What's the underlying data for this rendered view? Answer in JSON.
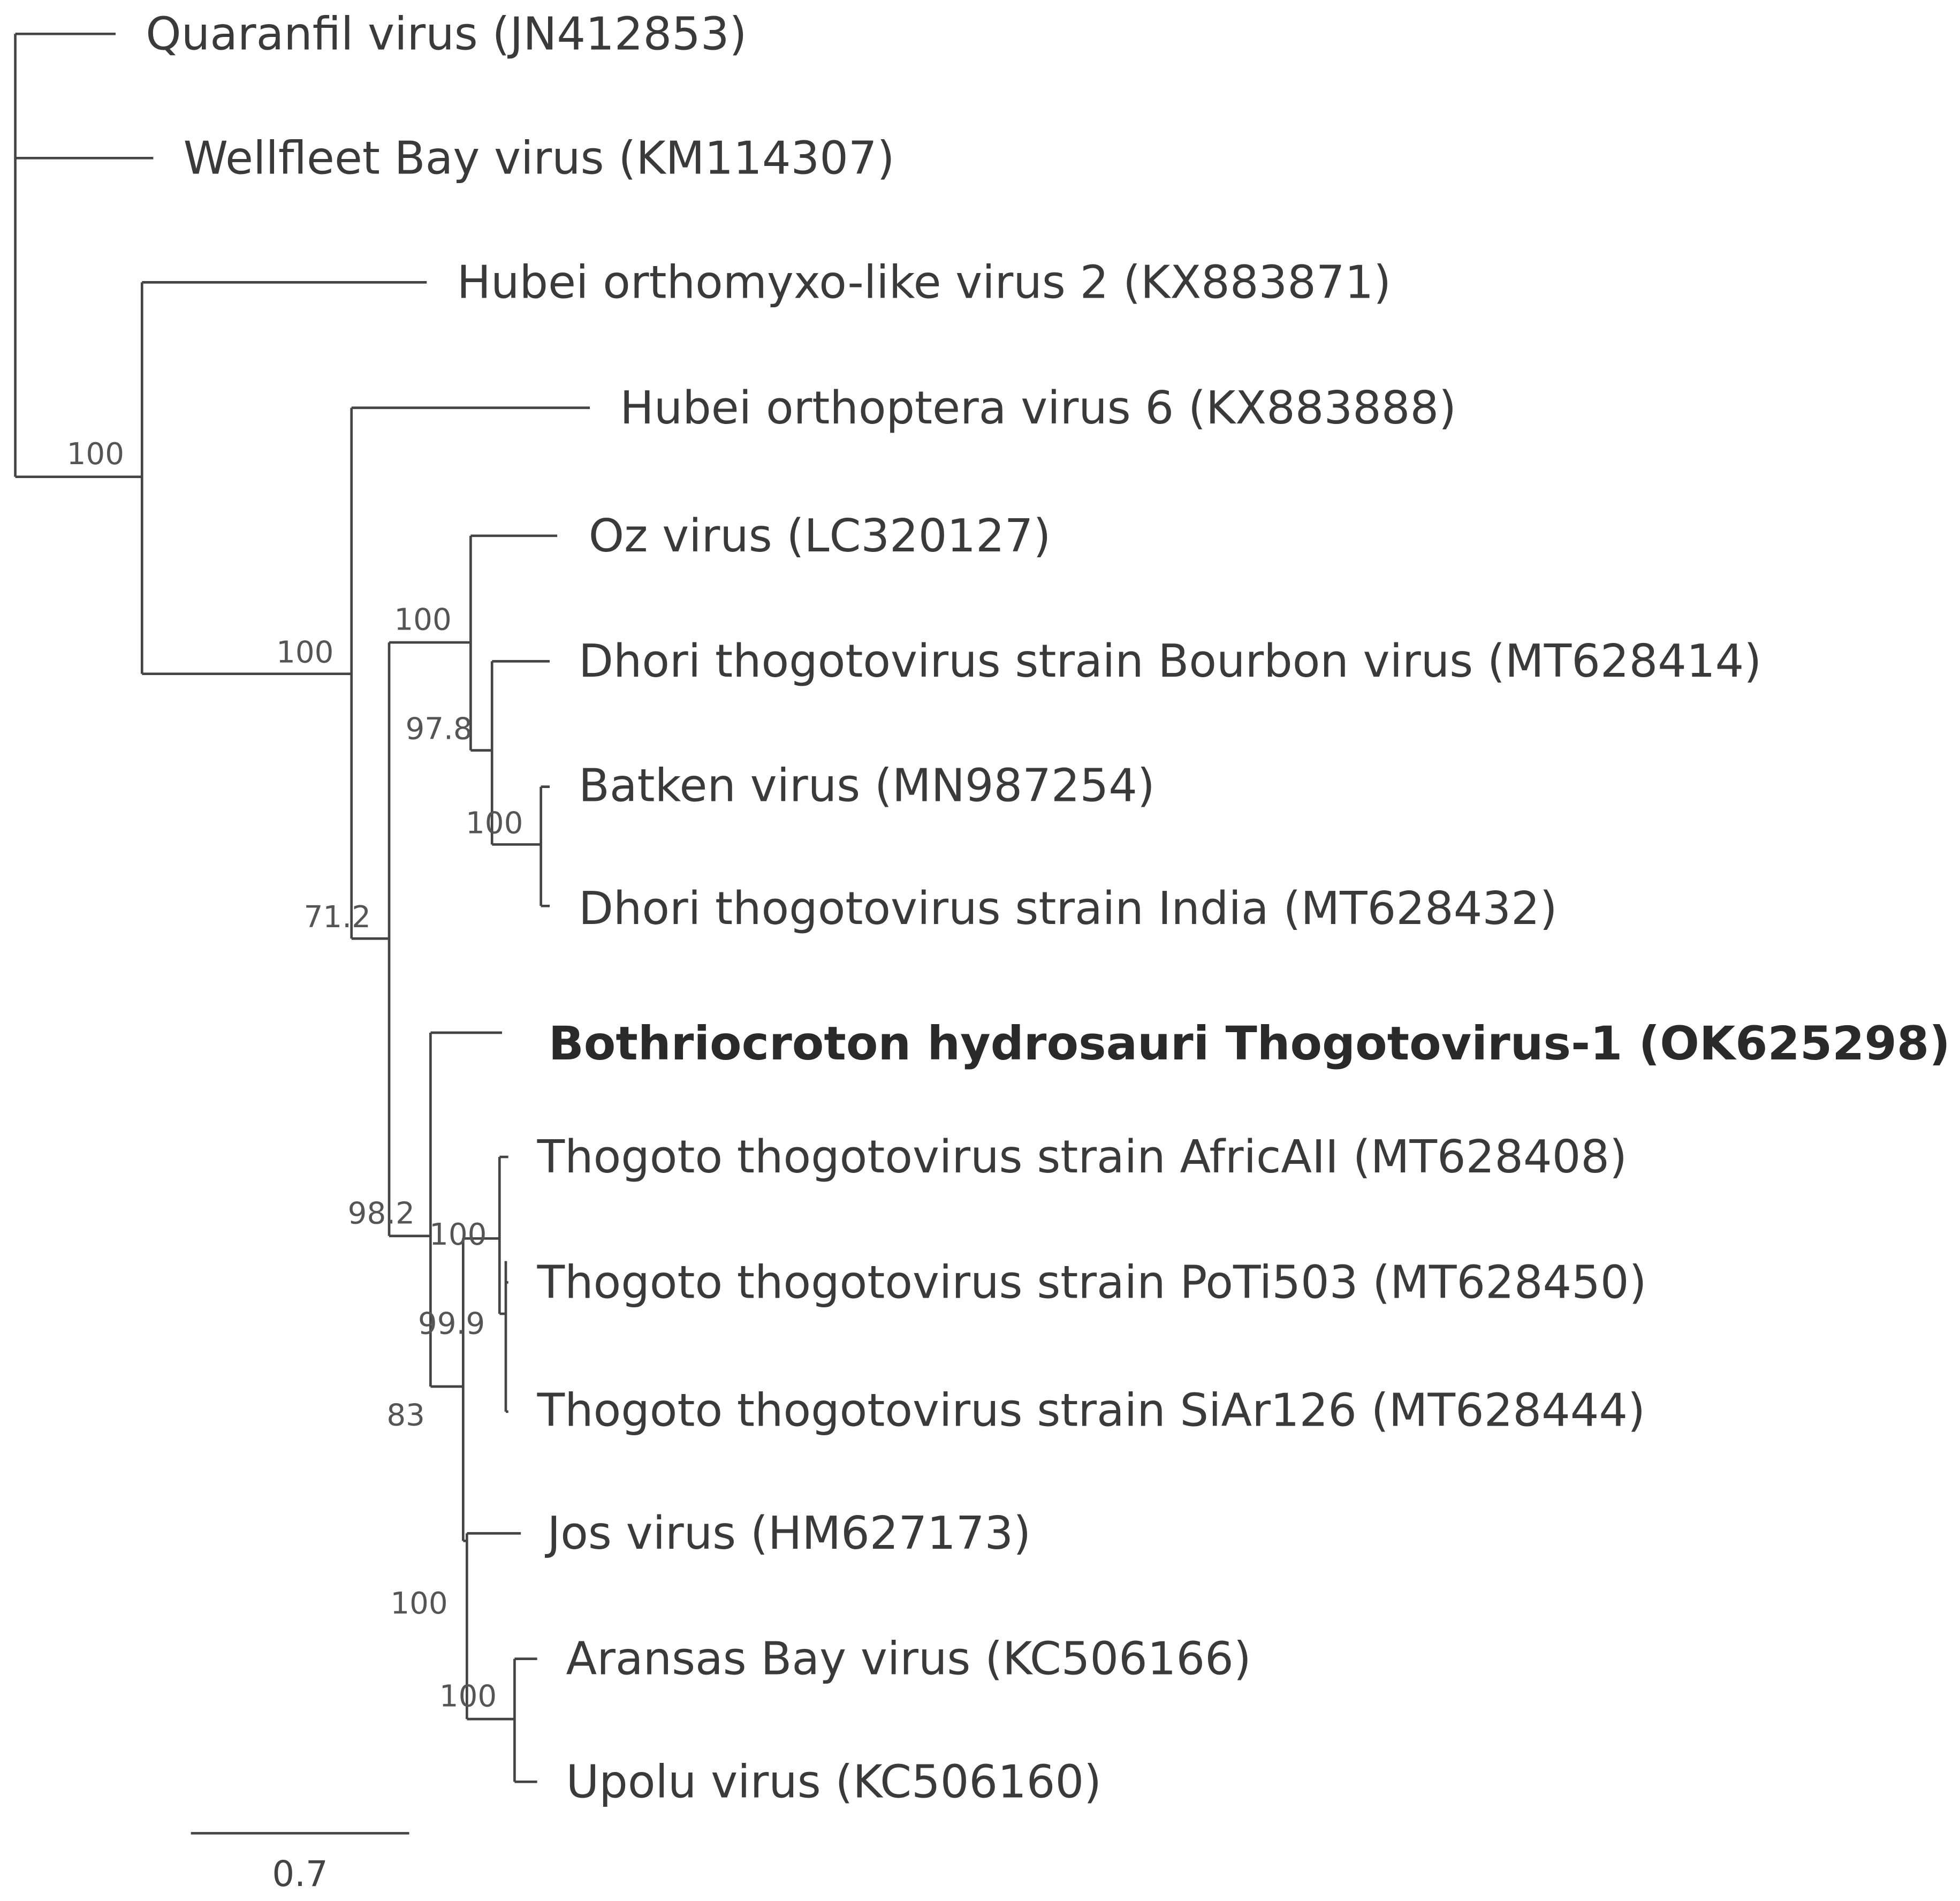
{
  "taxa": [
    {
      "label": "Quaranfil virus (JN412853)"
    },
    {
      "label": "Wellfleet Bay virus (KM114307)"
    },
    {
      "label": "Hubei orthomyxo-like virus 2 (KX883871)"
    },
    {
      "label": "Hubei orthoptera virus 6 (KX883888)"
    },
    {
      "label": "Oz virus (LC320127)"
    },
    {
      "label": "Dhori thogotovirus strain Bourbon virus (MT628414)"
    },
    {
      "label": "Batken virus (MN987254)"
    },
    {
      "label": "Dhori thogotovirus strain India (MT628432)"
    },
    {
      "label": "Bothriocroton hydrosauri Thogotovirus-1 (OK625298)",
      "highlighted": true
    },
    {
      "label": "Thogoto thogotovirus strain AfricAII (MT628408)"
    },
    {
      "label": "Thogoto thogotovirus strain PoTi503 (MT628450)"
    },
    {
      "label": "Thogoto thogotovirus strain SiAr126 (MT628444)"
    },
    {
      "label": "Jos virus (HM627173)"
    },
    {
      "label": "Aransas Bay virus (KC506166)"
    },
    {
      "label": "Upolu virus (KC506160)"
    }
  ],
  "support_values": [
    "100",
    "100",
    "71.2",
    "100",
    "97.8",
    "100",
    "98.2",
    "100",
    "99.9",
    "83",
    "100",
    "100"
  ],
  "scale_bar": {
    "label": "0.7"
  },
  "colors": {
    "branch": "#444444",
    "text": "#3a3a3a"
  }
}
